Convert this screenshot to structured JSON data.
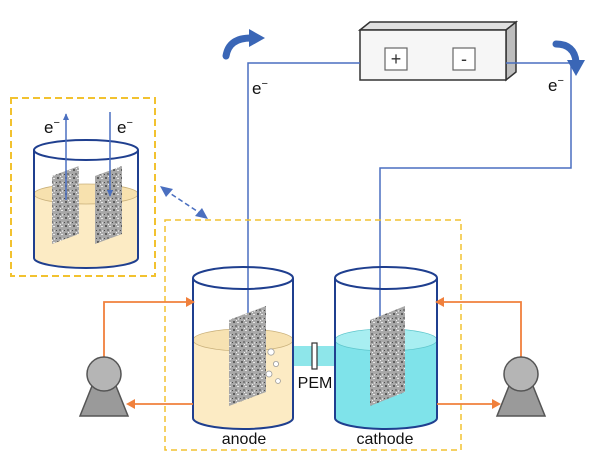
{
  "labels": {
    "anode": "anode",
    "cathode": "cathode",
    "pem": "PEM",
    "electron": "e",
    "electron_charge": "−"
  },
  "power_supply": {
    "plus": "+",
    "minus": "-"
  },
  "colors": {
    "wire": "#4a6fc0",
    "anolyte": "#fcebc4",
    "catholyte": "#7fe3ea",
    "pem_channel": "#8ee6ea",
    "tubing": "#f0803c",
    "inset_border": "#f2c230",
    "flow_arrow": "#3a66b6",
    "pump": "#8d8d8d",
    "beaker_outline": "#1f3f8f"
  }
}
